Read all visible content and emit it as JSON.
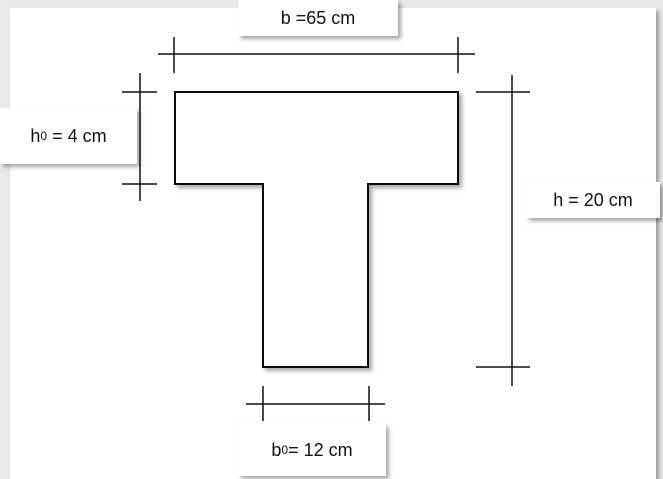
{
  "diagram": {
    "b_label": "b =65 cm",
    "h0_symbol": "h",
    "h0_sub": "0",
    "h0_value": " = 4 cm",
    "h_label": "h = 20 cm",
    "b0_symbol": "b",
    "b0_sub": "0",
    "b0_value": "= 12 cm"
  },
  "colors": {
    "background": "#e9e9e9",
    "panel": "#ffffff",
    "stroke": "#111111"
  }
}
